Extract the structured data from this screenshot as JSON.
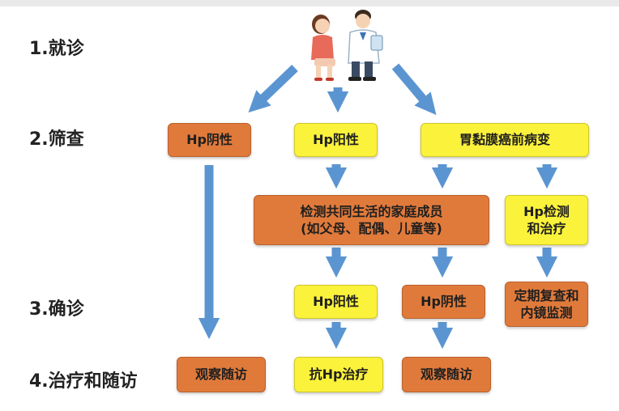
{
  "steps": {
    "s1": "1.就诊",
    "s2": "2.筛查",
    "s3": "3.确诊",
    "s4": "4.治疗和随访"
  },
  "nodes": {
    "hp_negative_screen": "Hp阴性",
    "hp_positive_screen": "Hp阳性",
    "precancerous": "胃黏膜癌前病变",
    "family_test_line1": "检测共同生活的家庭成员",
    "family_test_line2": "(如父母、配偶、儿童等)",
    "hp_test_treat_line1": "Hp检测",
    "hp_test_treat_line2": "和治疗",
    "hp_positive_confirm": "Hp阳性",
    "hp_negative_confirm": "Hp阴性",
    "followup_line1": "定期复查和",
    "followup_line2": "内镜监测",
    "observe_left": "观察随访",
    "anti_hp": "抗Hp治疗",
    "observe_right": "观察随访"
  },
  "colors": {
    "orange": "#e07a3b",
    "yellow": "#fbf23b",
    "arrow": "#5b95d1"
  },
  "icons": [
    "patient-icon",
    "doctor-icon"
  ]
}
